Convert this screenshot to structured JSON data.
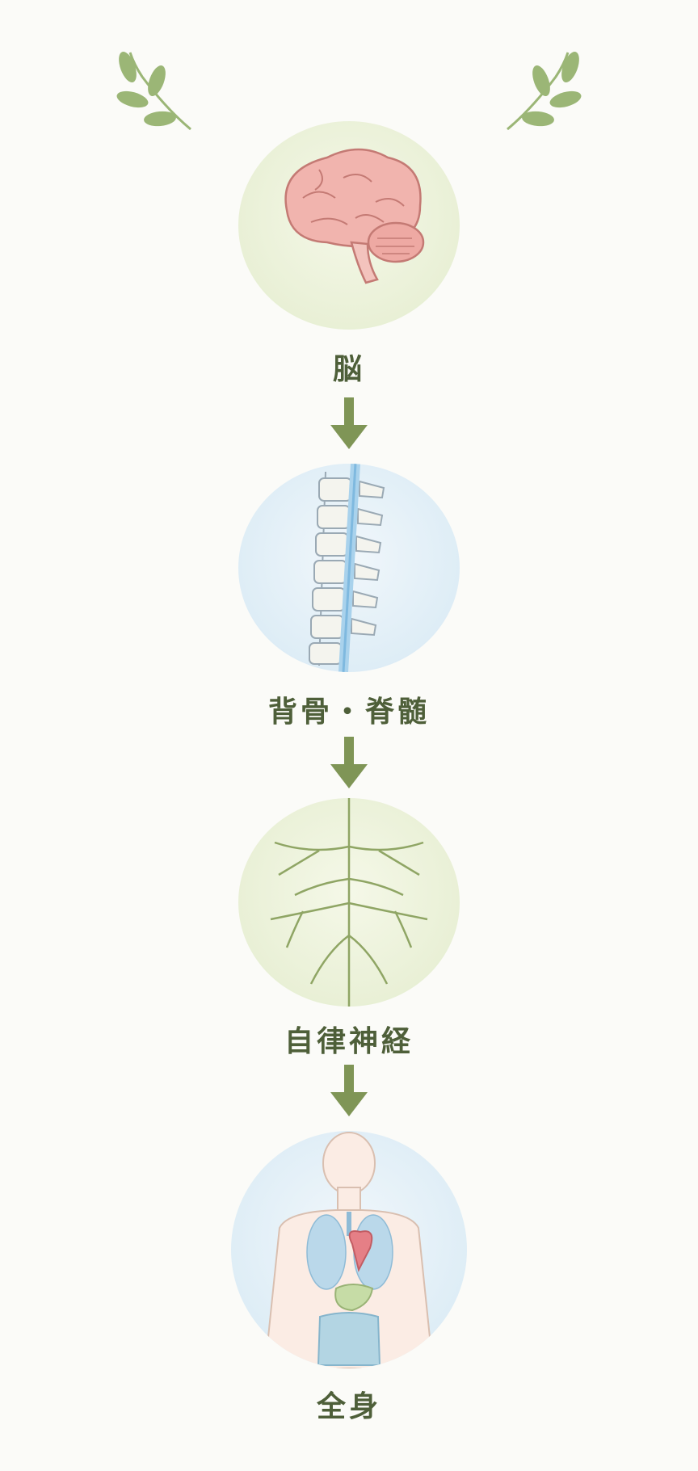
{
  "steps": [
    {
      "label": "脳",
      "icon": "brain-icon"
    },
    {
      "label": "背骨・脊髄",
      "icon": "spine-icon"
    },
    {
      "label": "自律神経",
      "icon": "nerve-icon"
    },
    {
      "label": "全身",
      "icon": "body-icon"
    }
  ],
  "colors": {
    "label": "#4e5f39",
    "arrow": "#7f9556",
    "leaf": "#9bb676",
    "circle_green": "#e9f0d6",
    "circle_blue": "#deedf6"
  }
}
